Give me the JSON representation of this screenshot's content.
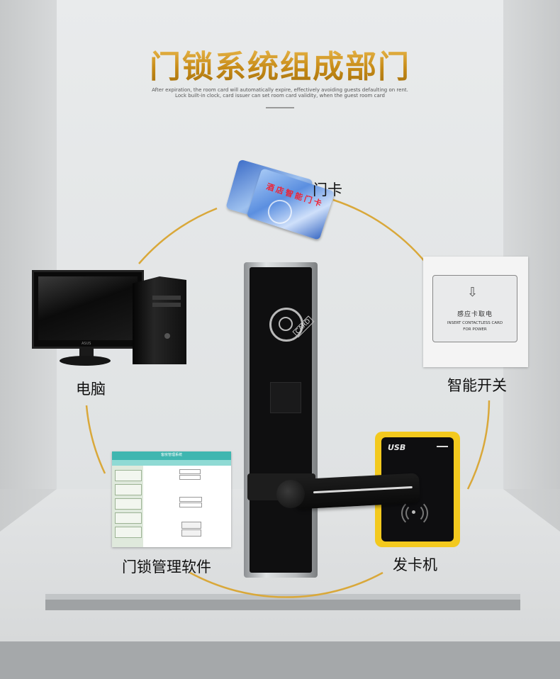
{
  "title": "门锁系统组成部门",
  "subtitle_line1": "After expiration, the room card will automatically expire, effectively avoiding guests defaulting on rent.",
  "subtitle_line2": "Lock built-in clock, card issuer can set room card validity, when the guest room card",
  "components": {
    "key_card": {
      "label": "门卡",
      "card_text": "酒店智能门卡"
    },
    "energy_switch": {
      "label": "智能开关",
      "panel_cn": "感应卡取电",
      "panel_en_1": "INSERT CONTACTLESS CARD",
      "panel_en_2": "FOR POWER"
    },
    "computer": {
      "label": "电脑",
      "brand": "ASUS"
    },
    "software": {
      "label": "门锁管理软件",
      "window_title": "客房管理系统"
    },
    "encoder": {
      "label": "发卡机",
      "brand": "USB"
    },
    "lock": {
      "card_tag": "CARD"
    }
  },
  "colors": {
    "title_gold": "#c68a16",
    "ring_gold": "#d9a83a",
    "encoder_yellow": "#f3c91e",
    "wall": "#e6e8e9"
  },
  "icons": [
    "door-lock",
    "key-card",
    "energy-switch",
    "desktop-computer",
    "management-software",
    "card-encoder"
  ]
}
